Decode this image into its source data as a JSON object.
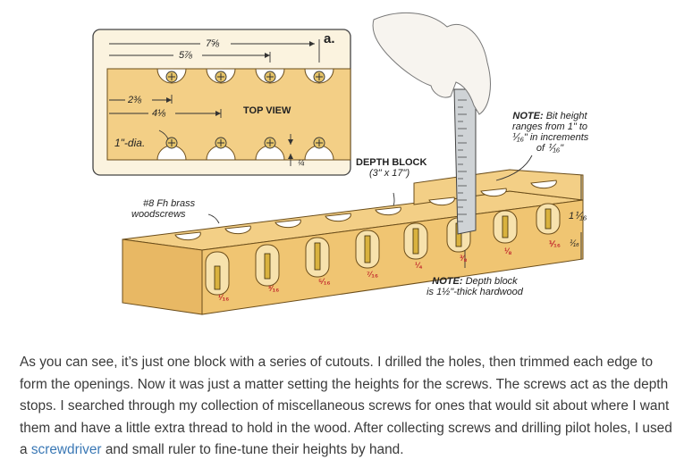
{
  "figure": {
    "inset": {
      "label": "a.",
      "dim_overall": "7⅝",
      "dim_second": "5⅞",
      "dim_left": "2⅜",
      "dim_middle": "4⅛",
      "hole_dia": "1\"-dia.",
      "view_label": "TOP VIEW",
      "offset": "¼"
    },
    "depth_block_title": "DEPTH BLOCK",
    "depth_block_size": "(3\" x 17\")",
    "screws_label_line1": "#8 Fh brass",
    "screws_label_line2": "woodscrews",
    "note_bit_bold": "NOTE:",
    "note_bit_line1": "Bit height",
    "note_bit_line2": "ranges from 1\" to",
    "note_bit_line3": "⅟₁₆\" in increments",
    "note_bit_line4": "of ⅟₁₆\"",
    "note_block_bold": "NOTE:",
    "note_block_line1": "Depth block",
    "note_block_line2": "is 1½\"-thick hardwood",
    "height_dim": "1⅟₁₆",
    "height_small": "⅟₁₆",
    "hole_marks": [
      "¹⁄₁₆",
      "³⁄₁₆",
      "⁵⁄₁₆",
      "⁷⁄₁₆",
      "¼",
      "⅜",
      "⅛",
      "⅟₁₆"
    ]
  },
  "article": {
    "text_before_link": "As you can see, it’s just one block with a series of cutouts. I drilled the holes, then trimmed each edge to form the openings. Now it was just a matter setting the heights for the screws. The screws act as the depth stops. I searched through my collection of miscellaneous screws for ones that would sit about where I want them and have a little extra thread to hold in the wood. After collecting screws and drilling pilot holes, I used a",
    "link_text": "screwdriver",
    "text_after_link": "and small ruler to fine-tune their heights by hand."
  },
  "colors": {
    "wood": "#f3cf86",
    "wood_dark": "#d9a94f",
    "wood_side": "#e8b864",
    "link": "#3a78b5",
    "text": "#3a3a3a",
    "red_label": "#c1272d"
  }
}
